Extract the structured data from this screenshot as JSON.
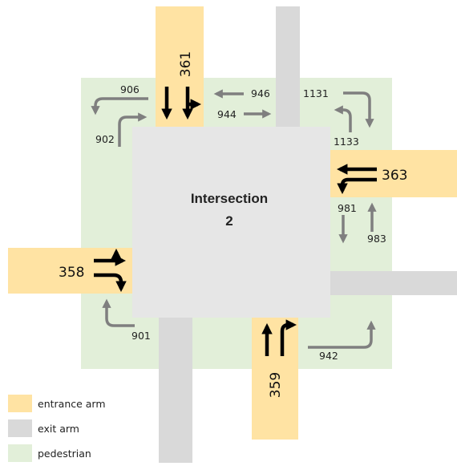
{
  "diagram": {
    "title_line1": "Intersection",
    "title_line2": "2",
    "colors": {
      "entrance": "#ffe3a3",
      "exit": "#d9d9d9",
      "pedestrian": "#e2efd9",
      "intersection": "#e6e6e6",
      "traffic_arrow": "#000000",
      "ped_arrow": "#7f7f7f"
    },
    "arms": {
      "north": "361",
      "east": "363",
      "south": "359",
      "west": "358"
    },
    "pedestrian_crossings": {
      "nw_top": "906",
      "nw_left": "902",
      "north_exit_left": "946",
      "north_exit_right": "944",
      "ne_top": "1131",
      "ne_inner": "1133",
      "east_lower_left": "981",
      "east_lower_right": "983",
      "south_right": "942",
      "southwest": "901"
    }
  },
  "legend": {
    "items": [
      {
        "label": "entrance arm",
        "color": "#ffe3a3"
      },
      {
        "label": "exit arm",
        "color": "#d9d9d9"
      },
      {
        "label": "pedestrian",
        "color": "#e2efd9"
      }
    ]
  }
}
